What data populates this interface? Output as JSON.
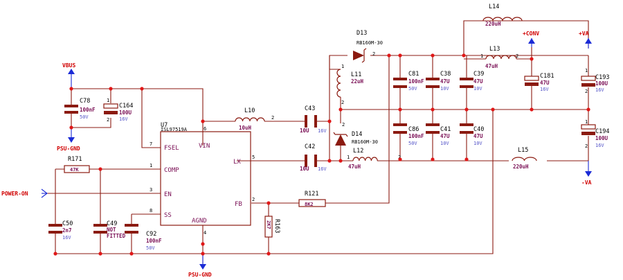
{
  "nets": {
    "vbus": "VBUS",
    "psu_gnd_top": "PSU-GND",
    "psu_gnd_bottom": "PSU-GND",
    "power_on": "POWER-ON",
    "conv": "+CONV",
    "pos_va": "+VA",
    "neg_va": "-VA"
  },
  "ic": {
    "ref": "U7",
    "part": "ISL97519A",
    "pins": {
      "fsel": "FSEL",
      "vin": "VIN",
      "comp": "COMP",
      "en": "EN",
      "ss": "SS",
      "lx": "LX",
      "fb": "FB",
      "agnd": "AGND"
    },
    "pin_numbers": {
      "vin": "6",
      "fsel": "7",
      "comp": "1",
      "en": "3",
      "ss": "8",
      "lx": "5",
      "fb": "2",
      "agnd": "4"
    }
  },
  "capacitors": {
    "c78": {
      "ref": "C78",
      "value": "100nF",
      "voltage": "50V"
    },
    "c164": {
      "ref": "C164",
      "value": "100U",
      "voltage": "16V"
    },
    "c43": {
      "ref": "C43",
      "value": "10U",
      "voltage": "16V"
    },
    "c42": {
      "ref": "C42",
      "value": "10U",
      "voltage": "16V"
    },
    "c81": {
      "ref": "C81",
      "value": "100nF",
      "voltage": "50V"
    },
    "c38": {
      "ref": "C38",
      "value": "47U",
      "voltage": "10V"
    },
    "c39": {
      "ref": "C39",
      "value": "47U",
      "voltage": "10V"
    },
    "c181": {
      "ref": "C181",
      "value": "47U",
      "voltage": "16V"
    },
    "c193": {
      "ref": "C193",
      "value": "100U",
      "voltage": "16V"
    },
    "c86": {
      "ref": "C86",
      "value": "100nF",
      "voltage": "50V"
    },
    "c41": {
      "ref": "C41",
      "value": "47U",
      "voltage": "10V"
    },
    "c40": {
      "ref": "C40",
      "value": "47U",
      "voltage": "10V"
    },
    "c194": {
      "ref": "C194",
      "value": "100U",
      "voltage": "16V"
    },
    "c50": {
      "ref": "C50",
      "value": "2n7",
      "voltage": "16V"
    },
    "c49": {
      "ref": "C49",
      "value_line1": "NOT",
      "value_line2": "FITTED"
    },
    "c92": {
      "ref": "C92",
      "value": "100nF",
      "voltage": "50V"
    }
  },
  "inductors": {
    "l10": {
      "ref": "L10",
      "value": "10uH"
    },
    "l11": {
      "ref": "L11",
      "value": "22uH"
    },
    "l12": {
      "ref": "L12",
      "value": "47uH"
    },
    "l13": {
      "ref": "L13",
      "value": "47uH"
    },
    "l14": {
      "ref": "L14",
      "value": "220uH"
    },
    "l15": {
      "ref": "L15",
      "value": "220uH"
    }
  },
  "diodes": {
    "d13": {
      "ref": "D13",
      "part": "RB160M-30"
    },
    "d14": {
      "ref": "D14",
      "part": "RB160M-30"
    }
  },
  "resistors": {
    "r171": {
      "ref": "R171",
      "value": "47K"
    },
    "r121": {
      "ref": "R121",
      "value": "8K2"
    },
    "r163": {
      "ref": "R163",
      "value": "2K7"
    }
  },
  "pin_marks": {
    "one": "1",
    "two": "2"
  },
  "colors": {
    "wire": "#8b1a10",
    "junction": "#e01818",
    "net_symbol": "#1b2bd6",
    "net_label": "#d00000",
    "value_text": "#7a0f55",
    "voltage_text": "#5555c8"
  }
}
